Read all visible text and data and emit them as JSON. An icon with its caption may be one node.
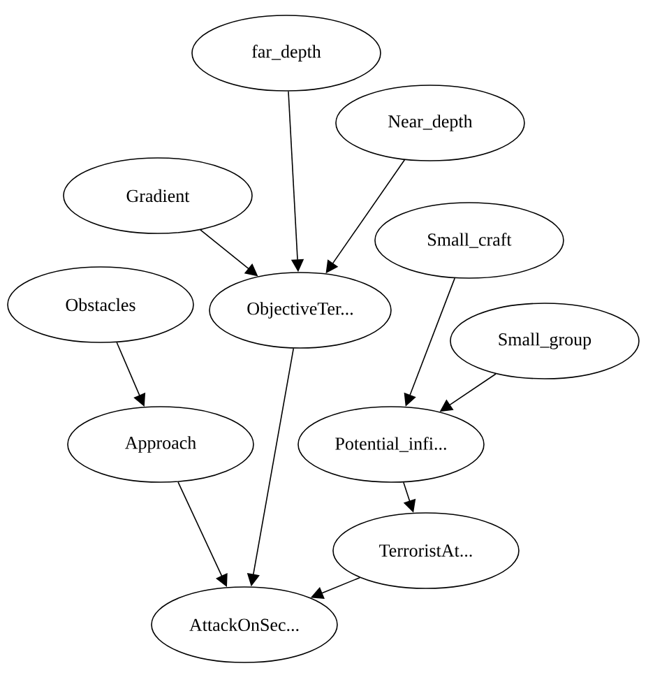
{
  "diagram": {
    "nodes": [
      {
        "text": [
          "far_depth"
        ]
      },
      {
        "text": [
          "Near_depth"
        ]
      },
      {
        "text": [
          "Gradient"
        ]
      },
      {
        "text": [
          "Small_craft"
        ]
      },
      {
        "text": [
          "Obstacles"
        ]
      },
      {
        "text": [
          "ObjectiveTer..."
        ]
      },
      {
        "text": [
          "Small_group"
        ]
      },
      {
        "text": [
          "Approach"
        ]
      },
      {
        "text": [
          "Potential_infi..."
        ]
      },
      {
        "text": [
          "TerroristAt..."
        ]
      },
      {
        "text": [
          "AttackOnSec..."
        ]
      }
    ],
    "edges": [
      {
        "from": 0,
        "to": 5,
        "arrow": "to"
      },
      {
        "from": 1,
        "to": 5,
        "arrow": "to"
      },
      {
        "from": 2,
        "to": 5,
        "arrow": "to"
      },
      {
        "from": 4,
        "to": 7,
        "arrow": "to"
      },
      {
        "from": 3,
        "to": 8,
        "arrow": "to"
      },
      {
        "from": 6,
        "to": 8,
        "arrow": "to"
      },
      {
        "from": 5,
        "to": 10,
        "arrow": "to"
      },
      {
        "from": 7,
        "to": 10,
        "arrow": "to"
      },
      {
        "from": 8,
        "to": 9,
        "arrow": "to"
      },
      {
        "from": 9,
        "to": 10,
        "arrow": "to"
      }
    ]
  }
}
